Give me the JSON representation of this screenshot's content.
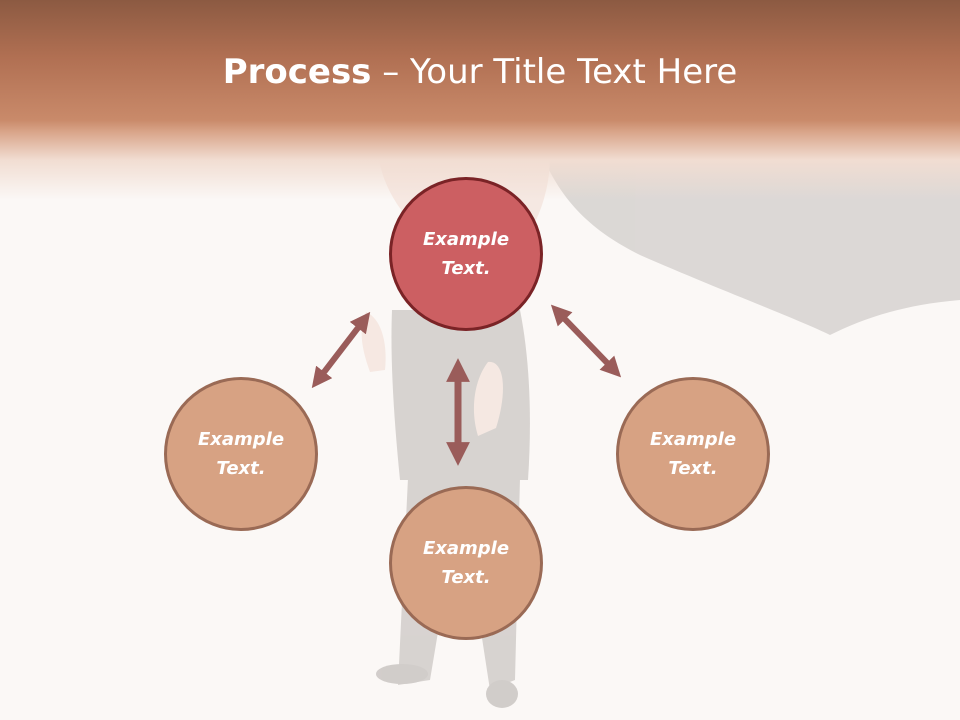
{
  "slide": {
    "title_bold": "Process",
    "title_rest": " – Your Title Text Here"
  },
  "nodes": [
    {
      "id": "top",
      "line1": "Example",
      "line2": "Text."
    },
    {
      "id": "left",
      "line1": "Example",
      "line2": "Text."
    },
    {
      "id": "right",
      "line1": "Example",
      "line2": "Text."
    },
    {
      "id": "bottom",
      "line1": "Example",
      "line2": "Text."
    }
  ],
  "colors": {
    "header_dark": "#8c5a42",
    "header_mid": "#c98a6a",
    "background": "#fbf8f6",
    "node_primary_fill": "#cc5f62",
    "node_primary_border": "#7a2326",
    "node_secondary_fill": "#d7a283",
    "node_secondary_border": "#9a6a55",
    "arrow": "#9a5c5a"
  }
}
